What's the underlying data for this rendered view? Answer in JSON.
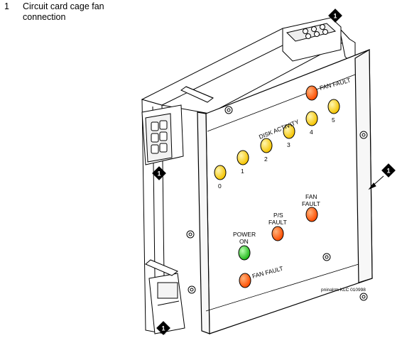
{
  "legend": {
    "number": "1",
    "text": "Circuit card cage fan connection"
  },
  "callout_number": "1",
  "labels": {
    "fan_fault_top": "FAN FAULT",
    "disk_activity": "DISK ACTIVITY",
    "disk_0": "0",
    "disk_1": "1",
    "disk_2": "2",
    "disk_3": "3",
    "disk_4": "4",
    "disk_5": "5",
    "power_on_line1": "POWER",
    "power_on_line2": "ON",
    "ps_fault_line1": "P/S",
    "ps_fault_line2": "FAULT",
    "fan_fault_mid_line1": "FAN",
    "fan_fault_mid_line2": "FAULT",
    "fan_fault_bottom": "FAN FAULT"
  },
  "reference_id": "pninalrm KLC 010998",
  "colors": {
    "led_yellow": "#f5c400",
    "led_orange": "#ff5500",
    "led_green": "#22c51d",
    "panel_fill": "#ffffff",
    "stroke": "#000000",
    "badge": "#000000"
  }
}
